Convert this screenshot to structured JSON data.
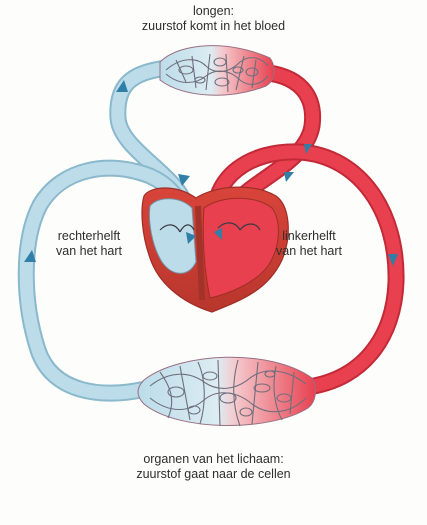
{
  "labels": {
    "lungs": {
      "line1": "longen:",
      "line2": "zuurstof komt in het bloed"
    },
    "right_half": {
      "line1": "rechterhelft",
      "line2": "van het hart"
    },
    "left_half": {
      "line1": "linkerhelft",
      "line2": "van het hart"
    },
    "organs": {
      "line1": "organen van het lichaam:",
      "line2": "zuurstof gaat naar de cellen"
    }
  },
  "colors": {
    "deoxygenated_blood": "#bcdcea",
    "deoxygenated_outline": "#8ab8cc",
    "oxygenated_blood": "#e8404f",
    "oxygenated_outline": "#c22a38",
    "heart_muscle": "#d8443a",
    "heart_muscle_dark": "#b8362d",
    "arrow": "#2f7fa6"
  }
}
